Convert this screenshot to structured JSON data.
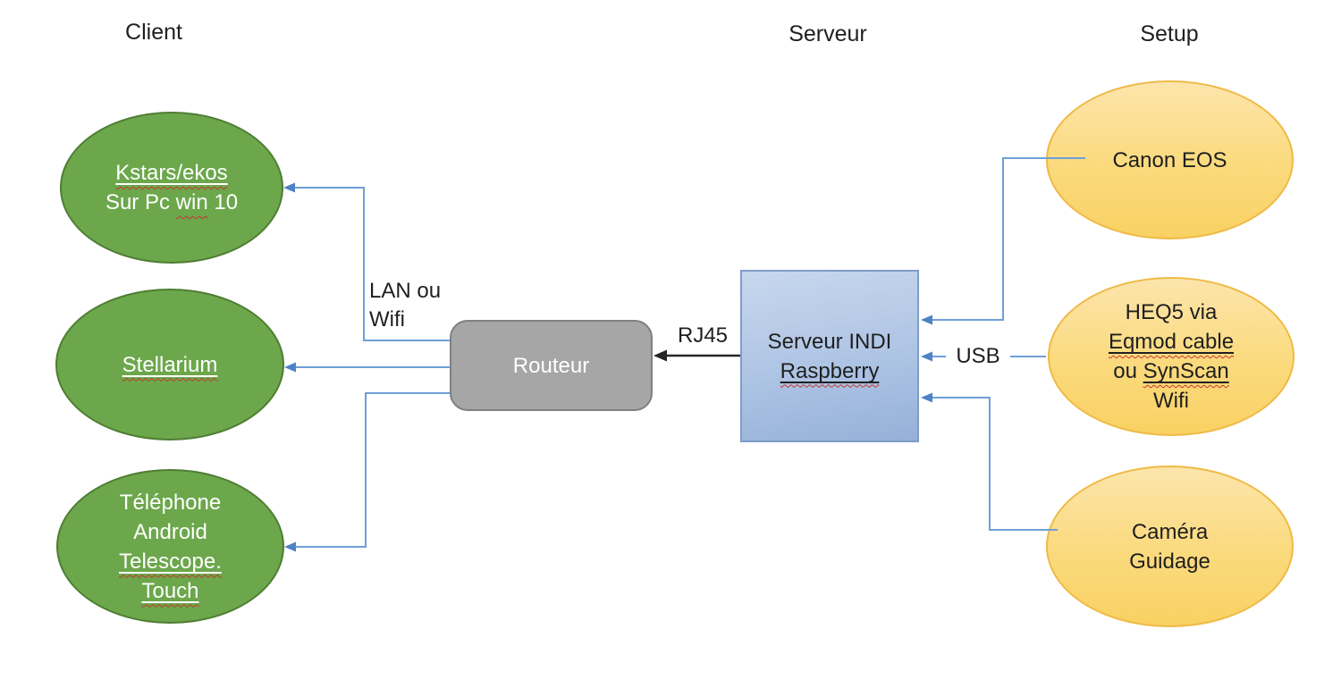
{
  "headers": {
    "client": "Client",
    "serveur": "Serveur",
    "setup": "Setup"
  },
  "nodes": {
    "kstars": {
      "line1": "Kstars/ekos",
      "line2_pre": "Sur Pc ",
      "line2_mis": "win",
      "line2_post": " 10"
    },
    "stellarium": {
      "label": "Stellarium"
    },
    "telephone": {
      "line1": "Téléphone",
      "line2": "Android",
      "line3": "Telescope.",
      "line4": "Touch"
    },
    "routeur": {
      "label": "Routeur"
    },
    "indi": {
      "line1": "Serveur INDI",
      "line2": "Raspberry"
    },
    "canon": {
      "label": "Canon EOS"
    },
    "heq5": {
      "line1": "HEQ5 via",
      "line2": "Eqmod cable",
      "line3_pre": "ou ",
      "line3_mis": "SynScan",
      "line4": "Wifi"
    },
    "camera": {
      "line1": "Caméra",
      "line2": "Guidage"
    }
  },
  "labels": {
    "lan_wifi": "LAN ou Wifi",
    "rj45": "RJ45",
    "usb": "USB"
  },
  "colors": {
    "green_fill": "#6CA74C",
    "green_border": "#4F7D33",
    "orange_fill_top": "#FCE5AC",
    "orange_fill_bottom": "#F9D163",
    "orange_border": "#EFBA45",
    "gray_fill": "#A6A6A6",
    "gray_border": "#808080",
    "blue_fill_top": "#C7D7EE",
    "blue_fill_bottom": "#95B0D8",
    "blue_border": "#7E9CC9",
    "connector_blue": "#6E9FD8",
    "connector_arrow_blue": "#4E82C4",
    "connector_black": "#262626",
    "spellcheck_red": "#C5362C",
    "text_on_green": "#FFFFFF",
    "text_on_gray": "#FFFFFF",
    "text_dark": "#1F1F1F"
  }
}
